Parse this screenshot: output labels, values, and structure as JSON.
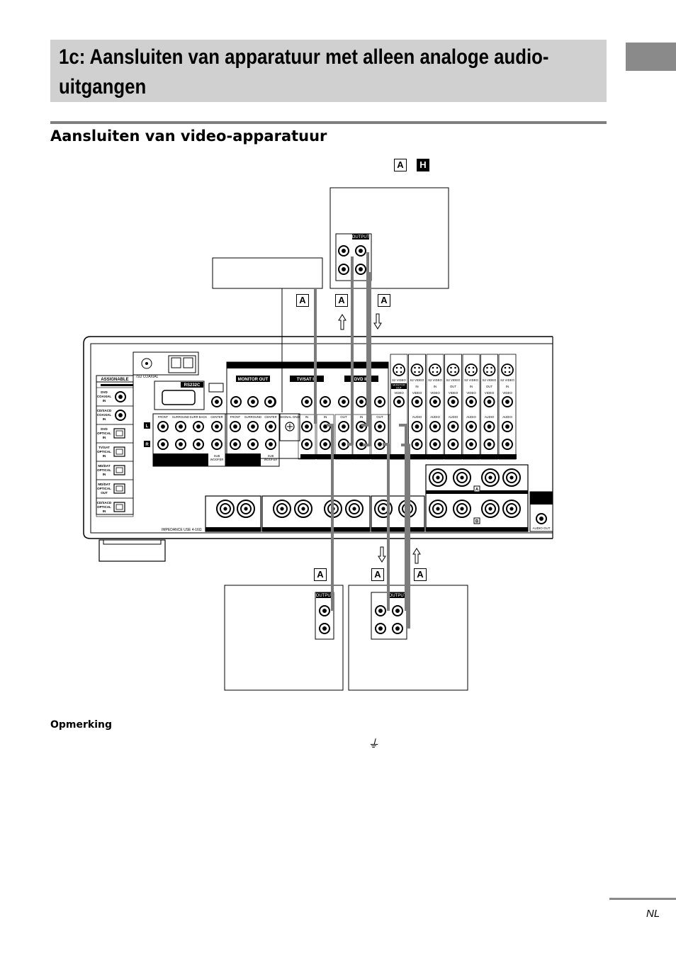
{
  "header": {
    "title": "1c: Aansluiten van apparatuur met alleen analoge audio-uitgangen",
    "title_line1": "1c: Aansluiten van apparatuur met alleen analoge audio-",
    "title_line2": "uitgangen"
  },
  "section": {
    "title": "Aansluiten van video-apparatuur",
    "cable_refs": [
      "A",
      "H"
    ]
  },
  "diagram": {
    "cable_label": "A",
    "source_jack_label": "OUTPUT",
    "receiver": {
      "assignable_label": "ASSIGNABLE",
      "coaxial_label": "75Ω COAXIAL",
      "rs232c_label": "RS232C",
      "digital_inputs": [
        "DVD COAXIAL IN",
        "CD/SACD COAXIAL IN",
        "DVD OPTICAL IN",
        "TV/SAT OPTICAL IN",
        "MD/DAT OPTICAL IN",
        "MD/DAT OPTICAL OUT",
        "CD/SACD OPTICAL IN"
      ],
      "channel_labels": [
        "L",
        "R"
      ],
      "multi_ch_labels": [
        "FRONT",
        "SURROUND",
        "SURR BACK",
        "CENTER",
        "SUB WOOFER"
      ],
      "signal_gnd_label": "SIGNAL GND",
      "group_headers": [
        "MONITOR OUT",
        "TV/SAT IN",
        "DVD IN"
      ],
      "column_labels": [
        "IN",
        "IN",
        "OUT",
        "IN",
        "OUT",
        "IN"
      ],
      "s2video_columns": [
        {
          "top": "S2 VIDEO",
          "mid": "MONITOR OUT",
          "low": "VIDEO"
        },
        {
          "top": "S2 VIDEO",
          "mid": "IN",
          "low": "VIDEO"
        },
        {
          "top": "S2 VIDEO",
          "mid": "IN",
          "low": "VIDEO"
        },
        {
          "top": "S2 VIDEO",
          "mid": "OUT",
          "low": "VIDEO"
        },
        {
          "top": "S2 VIDEO",
          "mid": "IN",
          "low": "VIDEO"
        },
        {
          "top": "S2 VIDEO",
          "mid": "OUT",
          "low": "VIDEO"
        },
        {
          "top": "S2 VIDEO",
          "mid": "IN",
          "low": "VIDEO"
        }
      ],
      "audio_label": "AUDIO",
      "speaker_group_labels": [
        "A",
        "B"
      ],
      "impedance_label": "IMPEDANCE USE 4-16Ω",
      "audio_out_label": "AUDIO OUT"
    }
  },
  "note": {
    "heading": "Opmerking",
    "ground_symbol": "⏚"
  },
  "footer": {
    "language": "NL"
  }
}
